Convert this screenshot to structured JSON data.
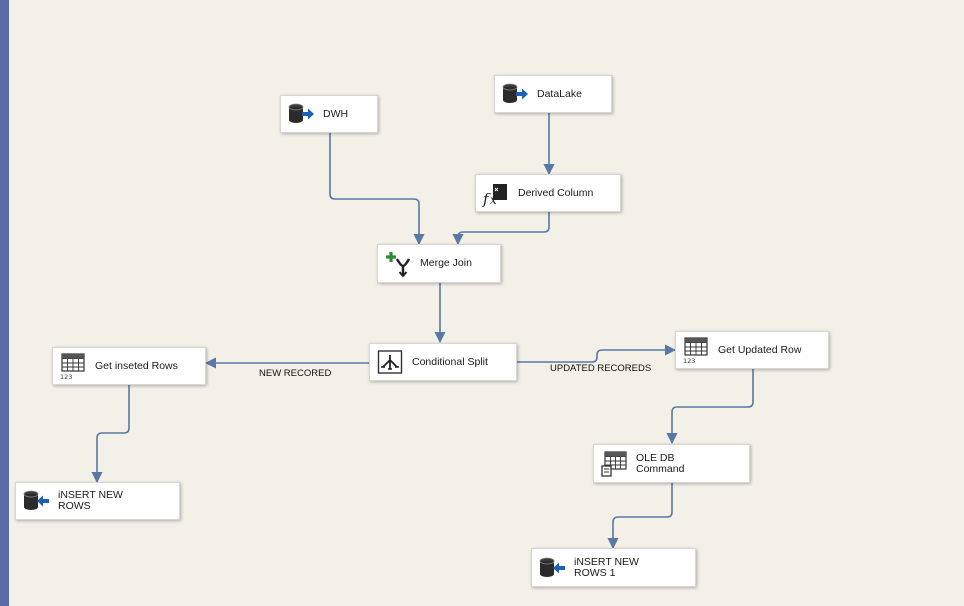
{
  "nodes": {
    "dwh": {
      "label": "DWH",
      "icon": "source-db-icon"
    },
    "datalake": {
      "label": "DataLake",
      "icon": "source-db-icon"
    },
    "derived_column": {
      "label": "Derived Column",
      "icon": "fx-icon"
    },
    "merge_join": {
      "label": "Merge Join",
      "icon": "merge-join-icon"
    },
    "conditional_split": {
      "label": "Conditional Split",
      "icon": "split-icon"
    },
    "get_inserted_rows": {
      "label": "Get inseted Rows",
      "icon": "grid-123-icon"
    },
    "get_updated_row": {
      "label": "Get Updated Row",
      "icon": "grid-123-icon"
    },
    "ole_db_command": {
      "label": "OLE DB\nCommand",
      "icon": "ole-db-command-icon"
    },
    "insert_new_rows": {
      "label": "iNSERT NEW\nROWS",
      "icon": "destination-db-icon"
    },
    "insert_new_rows_1": {
      "label": "iNSERT NEW\nROWS 1",
      "icon": "destination-db-icon"
    }
  },
  "edges": {
    "new_record_label": "NEW RECORED",
    "updated_records_label": "UPDATED RECOREDS"
  },
  "colors": {
    "wire": "#5a78a6",
    "canvas": "#f3f0e8",
    "left_bar": "#5b6aa8",
    "arrow_blue": "#1f5fb4",
    "green": "#2e8b2e"
  }
}
